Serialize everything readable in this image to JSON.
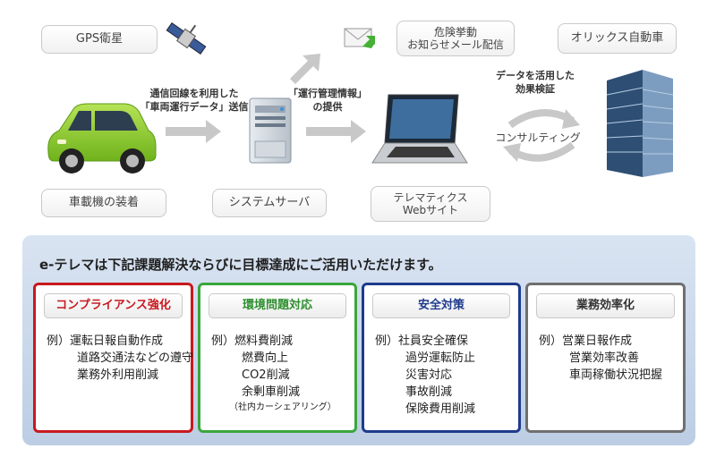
{
  "top": {
    "gps_label": "GPS衛星",
    "car_label": "車載機の装着",
    "server_label": "システムサーバ",
    "web_label_line1": "テレマティクス",
    "web_label_line2": "Webサイト",
    "alert_line1": "危険挙動",
    "alert_line2": "お知らせメール配信",
    "company_label": "オリックス自動車",
    "flow1_line1": "通信回線を利用した",
    "flow1_line2": "「車両運行データ」送信",
    "flow2_line1": "「運行管理情報」",
    "flow2_line2": "の提供",
    "flow3_line1": "データを活用した",
    "flow3_line2": "効果検証",
    "consulting": "コンサルティング"
  },
  "band": {
    "title": "e-テレマは下記課題解決ならびに目標達成にご活用いただけます。"
  },
  "cards": [
    {
      "title": "コンプライアンス強化",
      "color": "#c8191e",
      "items": [
        "例）運転日報自動作成",
        "道路交通法などの遵守",
        "業務外利用削減"
      ]
    },
    {
      "title": "環境問題対応",
      "color": "#3aa63c",
      "items": [
        "例）燃料費削減",
        "燃費向上",
        "CO2削減",
        "余剰車削減"
      ],
      "note": "（社内カーシェアリング）"
    },
    {
      "title": "安全対策",
      "color": "#1e3b8c",
      "items": [
        "例）社員安全確保",
        "過労運転防止",
        "災害対応",
        "事故削減",
        "保険費用削減"
      ]
    },
    {
      "title": "業務効率化",
      "color": "#6f6f6f",
      "items": [
        "例）営業日報作成",
        "営業効率改善",
        "車両稼働状況把握"
      ]
    }
  ],
  "colors": {
    "arrow": "#c8c8c8",
    "band": "#c9d7ea",
    "car": "#8ccd2a",
    "building": "#5b7fa3"
  }
}
